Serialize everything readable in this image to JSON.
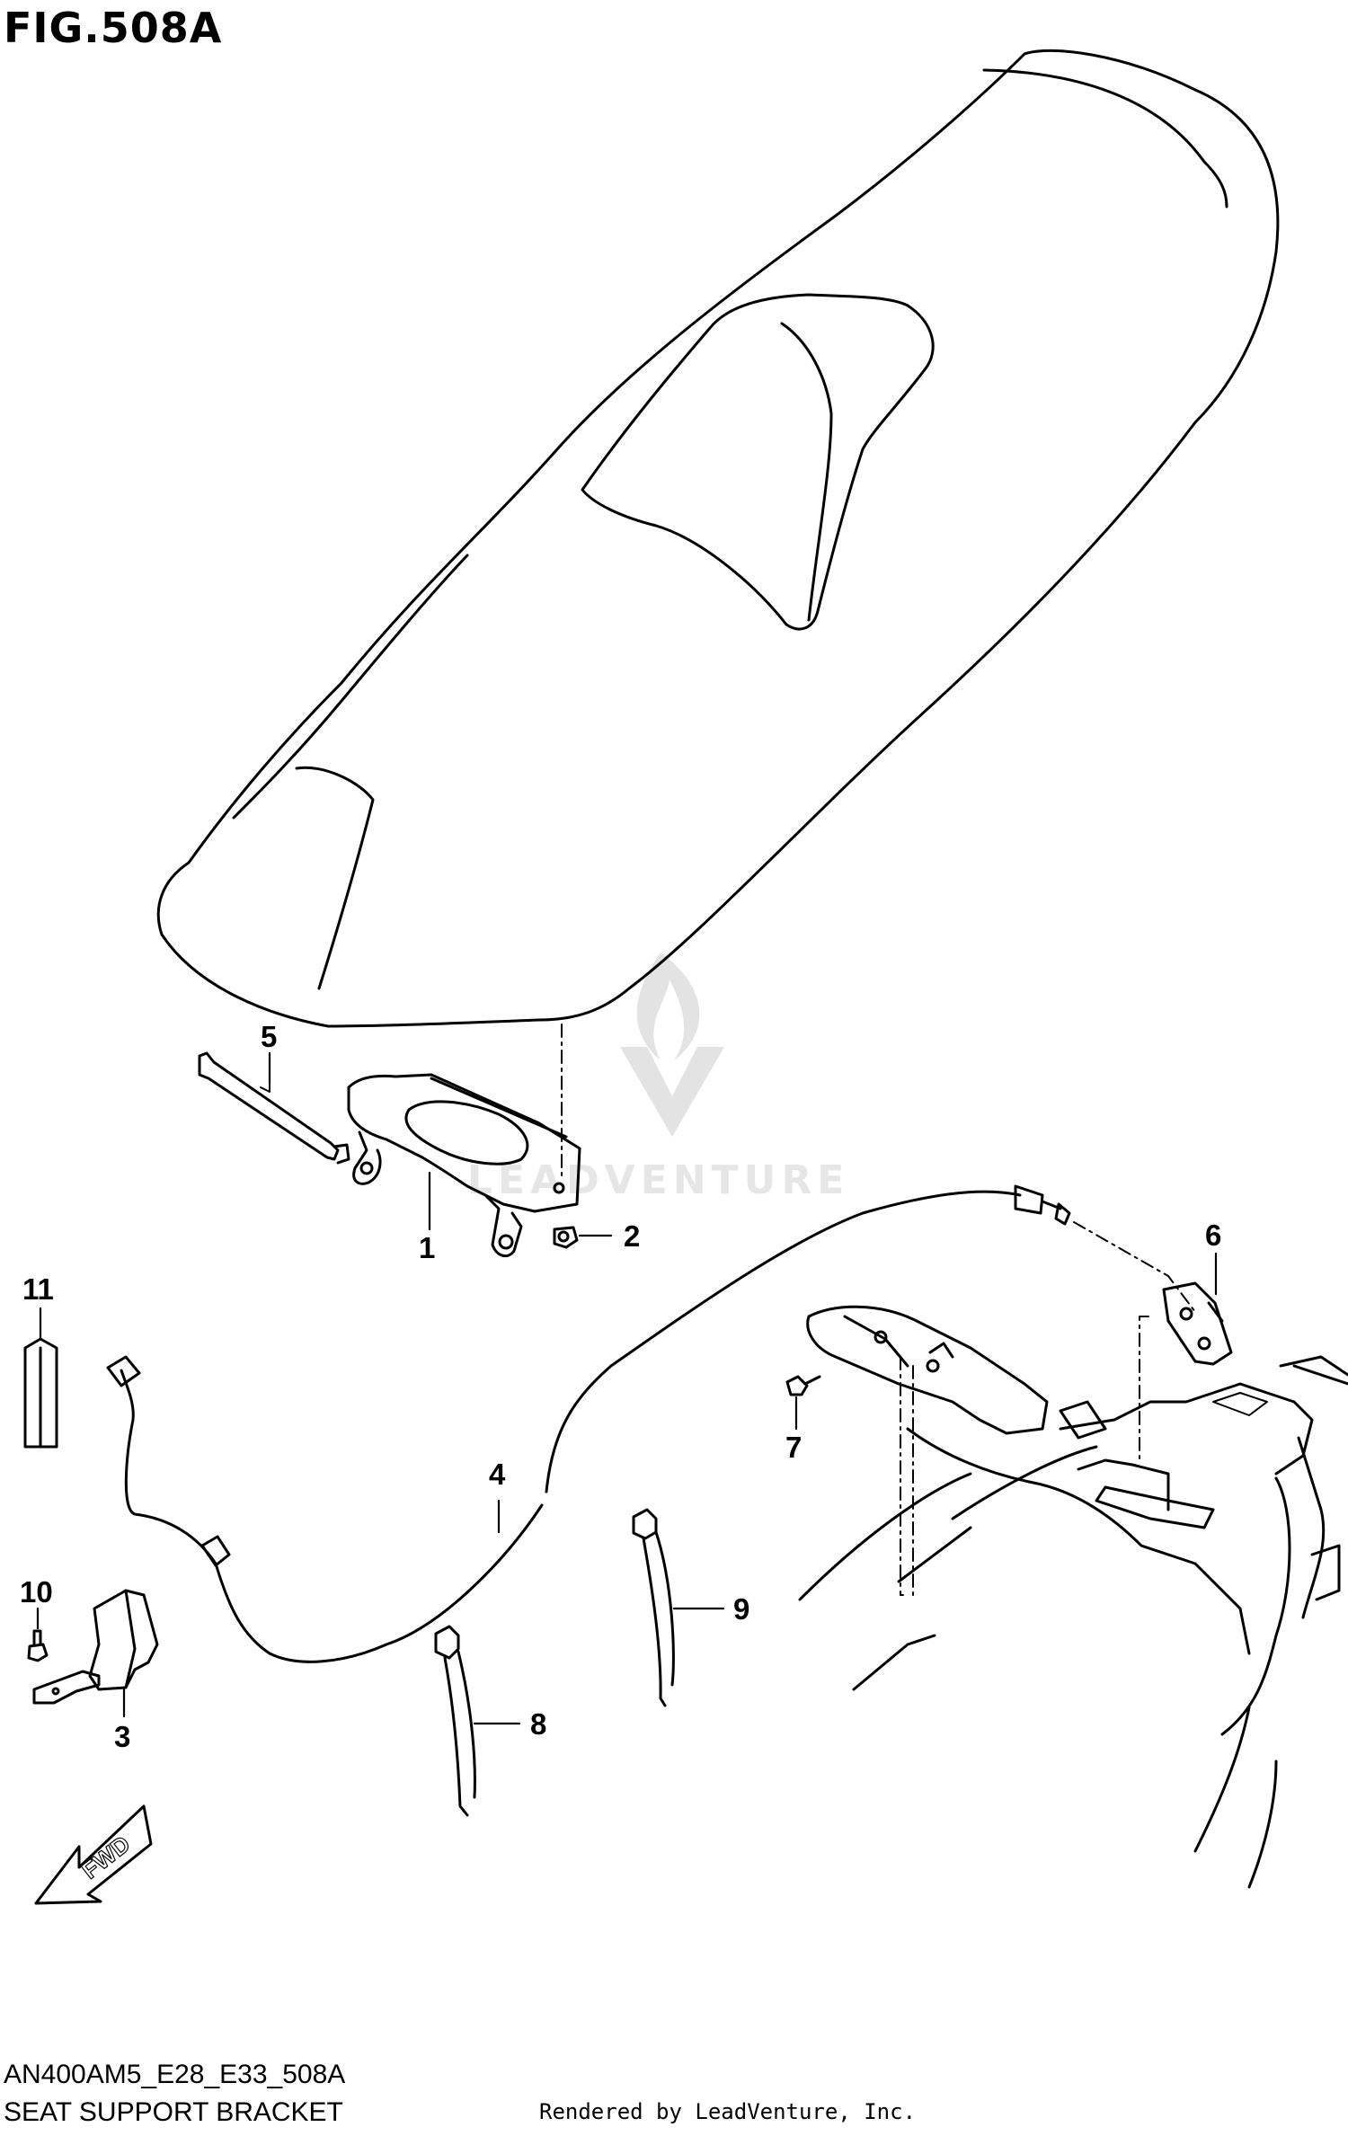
{
  "figure": {
    "title": "FIG.508A",
    "code": "AN400AM5_E28_E33_508A",
    "name": "SEAT SUPPORT BRACKET",
    "rendered_by": "Rendered by LeadVenture, Inc.",
    "watermark": "LEADVENTURE"
  },
  "callouts": [
    {
      "id": "1",
      "label": "1"
    },
    {
      "id": "2",
      "label": "2"
    },
    {
      "id": "3",
      "label": "3"
    },
    {
      "id": "4",
      "label": "4"
    },
    {
      "id": "5",
      "label": "5"
    },
    {
      "id": "6",
      "label": "6"
    },
    {
      "id": "7",
      "label": "7"
    },
    {
      "id": "8",
      "label": "8"
    },
    {
      "id": "9",
      "label": "9"
    },
    {
      "id": "10",
      "label": "10"
    },
    {
      "id": "11",
      "label": "11"
    }
  ],
  "fwd_arrow": {
    "label": "FWD"
  },
  "colors": {
    "line": "#000000",
    "watermark": "#d9d9d9",
    "background": "#ffffff"
  }
}
